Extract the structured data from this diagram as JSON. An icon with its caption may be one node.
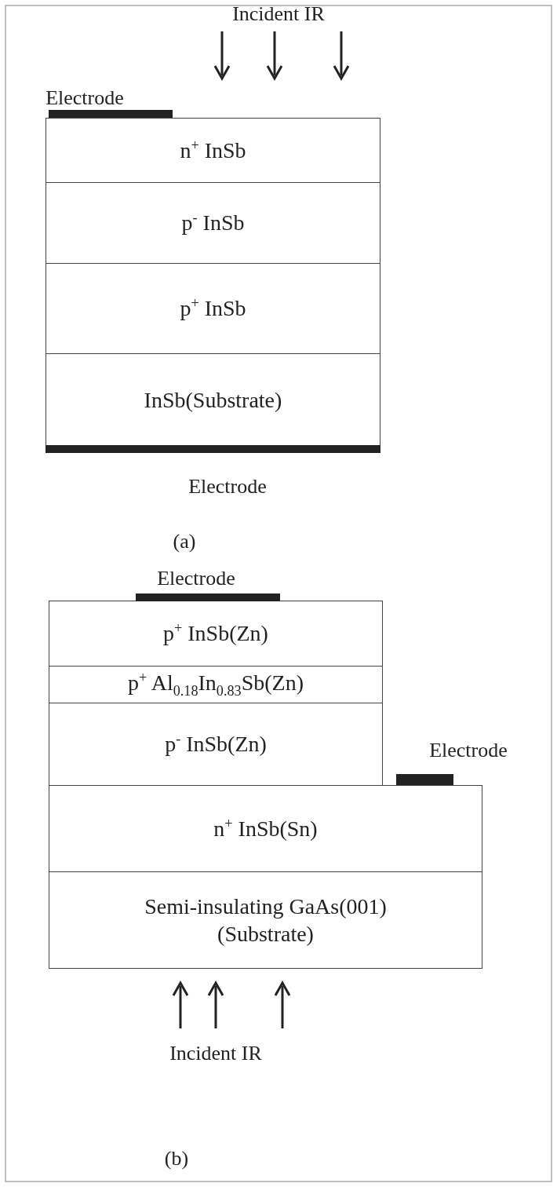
{
  "diagram": {
    "nodes": [
      {
        "text": [
          "n$^{+}$ InSb"
        ]
      },
      {
        "text": [
          "p$^{-}$ InSb"
        ]
      },
      {
        "text": [
          "p$^{+}$ InSb"
        ]
      },
      {
        "text": [
          "InSb(Substrate)"
        ]
      },
      {
        "text": [],
        "shape": "bar",
        "beside": [
          "Electrode"
        ]
      },
      {
        "text": [],
        "shape": "bar",
        "beside": [
          "Electrode"
        ]
      },
      {
        "text": [
          "p$^{+}$ InSb(Zn)"
        ]
      },
      {
        "text": [
          "p$^{+}$ Al$_{0.18}$In$_{0.83}$Sb(Zn)"
        ]
      },
      {
        "text": [
          "p$^{-}$ InSb(Zn)"
        ]
      },
      {
        "text": [
          "n$^{+}$ InSb(Sn)"
        ]
      },
      {
        "text": [
          "Semi-insulating GaAs(001) (Substrate)"
        ]
      },
      {
        "text": [],
        "shape": "bar",
        "beside": [
          "Electrode"
        ]
      },
      {
        "text": [],
        "shape": "bar",
        "beside": [
          "Electrode"
        ]
      }
    ],
    "labels": [
      "Incident IR",
      "(a)",
      "Incident IR",
      "(b)"
    ]
  }
}
